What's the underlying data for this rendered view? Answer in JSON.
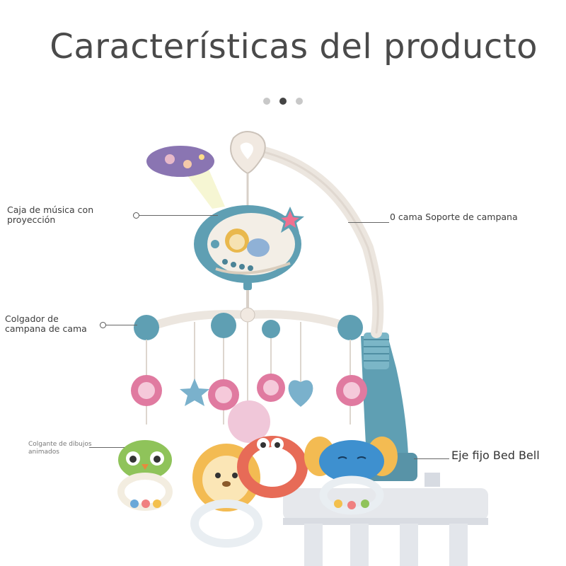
{
  "title": "Características del producto",
  "carousel": {
    "total": 3,
    "active": 2
  },
  "labels": {
    "music_box": "Caja de música con proyección",
    "crib_support": "0 cama Soporte de campana",
    "bell_hanger": "Colgador de campana de cama",
    "cartoon_pendant": "Colgante de dibujos animados",
    "fixed_shaft": "Eje fijo Bed Bell"
  },
  "colors": {
    "teal": "#5f9fb3",
    "cream": "#f1e9e1",
    "pink": "#e07aa0",
    "crib": "#e6e8ec"
  }
}
